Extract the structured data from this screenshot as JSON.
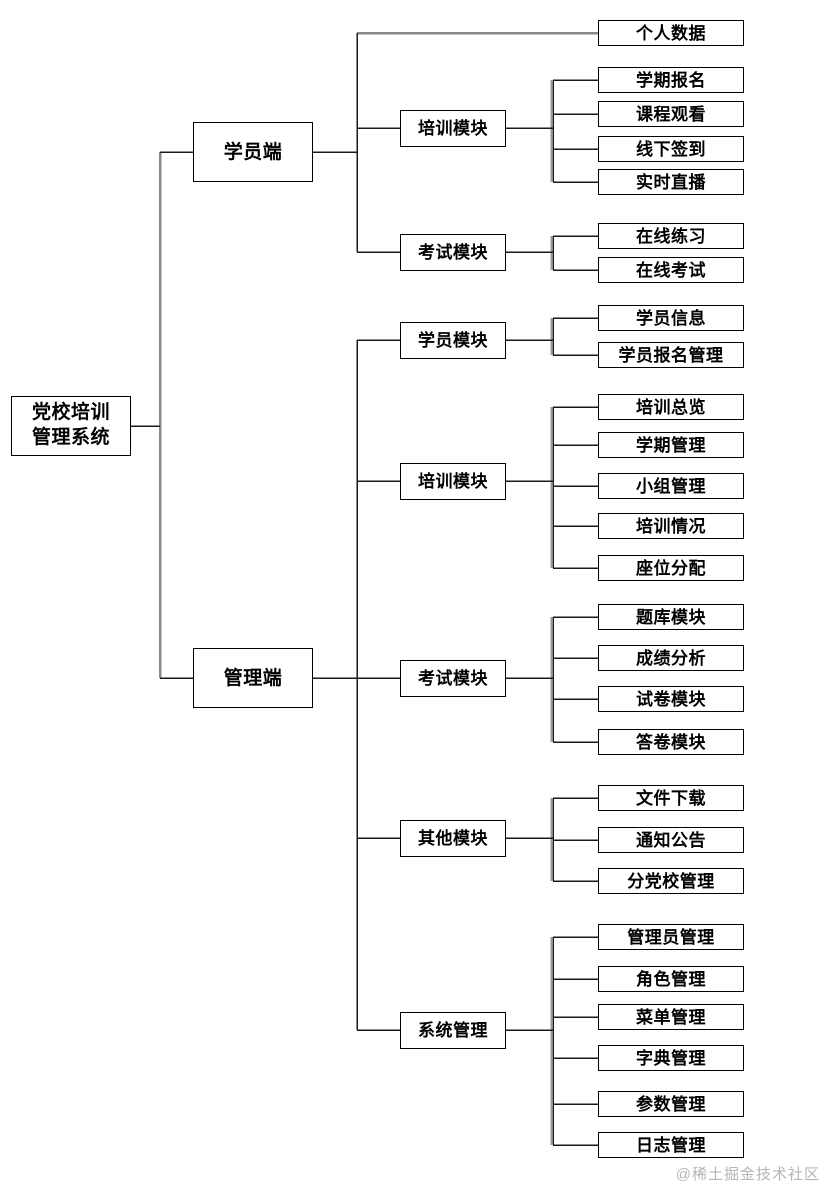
{
  "page": {
    "watermark": "@稀土掘金技术社区"
  },
  "colors": {
    "line_black": "#1a1a1a",
    "line_gray": "#8a8a8a",
    "box_border": "#000000",
    "text": "#000000",
    "watermark": "#b5b5b5"
  },
  "tree": {
    "root": {
      "line1": "党校培训",
      "line2": "管理系统"
    },
    "student": {
      "label": "学员端",
      "personal_data": "个人数据",
      "training": {
        "label": "培训模块",
        "children": [
          "学期报名",
          "课程观看",
          "线下签到",
          "实时直播"
        ]
      },
      "exam": {
        "label": "考试模块",
        "children": [
          "在线练习",
          "在线考试"
        ]
      }
    },
    "admin": {
      "label": "管理端",
      "student_module": {
        "label": "学员模块",
        "children": [
          "学员信息",
          "学员报名管理"
        ]
      },
      "training": {
        "label": "培训模块",
        "children": [
          "培训总览",
          "学期管理",
          "小组管理",
          "培训情况",
          "座位分配"
        ]
      },
      "exam": {
        "label": "考试模块",
        "children": [
          "题库模块",
          "成绩分析",
          "试卷模块",
          "答卷模块"
        ]
      },
      "other": {
        "label": "其他模块",
        "children": [
          "文件下载",
          "通知公告",
          "分党校管理"
        ]
      },
      "system": {
        "label": "系统管理",
        "children": [
          "管理员管理",
          "角色管理",
          "菜单管理",
          "字典管理",
          "参数管理",
          "日志管理"
        ]
      }
    }
  }
}
